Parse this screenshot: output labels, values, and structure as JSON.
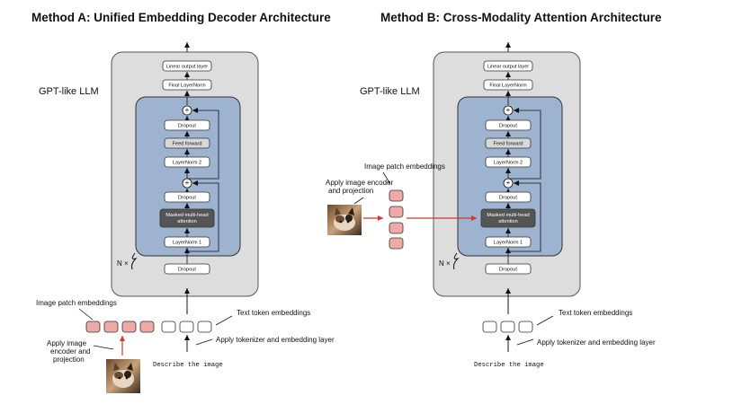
{
  "methodA": {
    "title": "Method A: Unified Embedding Decoder Architecture",
    "llm_label": "GPT-like LLM",
    "linear_output": "Linear output layer",
    "final_layernorm": "Final LayerNorm",
    "dropout_top": "Dropout",
    "feed_forward": "Feed forward",
    "layernorm2": "LayerNorm 2",
    "dropout_mid": "Dropout",
    "masked_attention_line1": "Masked multi-head",
    "masked_attention_line2": "attention",
    "layernorm1": "LayerNorm 1",
    "nx": "N ×",
    "dropout_bottom": "Dropout",
    "image_patch_embeddings": "Image patch embeddings",
    "text_token_embeddings": "Text token embeddings",
    "apply_tokenizer": "Apply tokenizer and embedding layer",
    "apply_encoder_line1": "Apply image",
    "apply_encoder_line2": "encoder and",
    "apply_encoder_line3": "projection",
    "input_text": "Describe the image"
  },
  "methodB": {
    "title": "Method B: Cross-Modality Attention Architecture",
    "llm_label": "GPT-like LLM",
    "linear_output": "Linear output layer",
    "final_layernorm": "Final LayerNorm",
    "dropout_top": "Dropout",
    "feed_forward": "Feed forward",
    "layernorm2": "LayerNorm 2",
    "dropout_mid": "Dropout",
    "masked_attention_line1": "Masked multi-head",
    "masked_attention_line2": "attention",
    "layernorm1": "LayerNorm 1",
    "nx": "N ×",
    "dropout_bottom": "Dropout",
    "image_patch_embeddings": "Image patch embeddings",
    "apply_encoder_line1": "Apply image encoder",
    "apply_encoder_line2": "and projection",
    "text_token_embeddings": "Text token embeddings",
    "apply_tokenizer": "Apply tokenizer and embedding layer",
    "input_text": "Describe the image"
  },
  "colors": {
    "outer_panel": "#dddddd",
    "transformer_block": "#9db3cf",
    "attention_box": "#555555",
    "image_patch": "#efa9a6",
    "arrow_red": "#d9342b"
  }
}
